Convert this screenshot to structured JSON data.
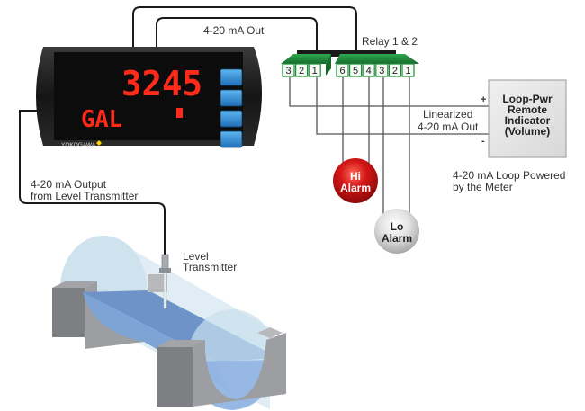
{
  "meter": {
    "display_value": "3245",
    "display_unit": "GAL",
    "brand": "YOKOGAWA",
    "brand_icon": "diamond-icon",
    "button_count": 4,
    "display_color": "#ff2a1a",
    "button_color": "#2f8fd8"
  },
  "labels": {
    "analog_out_top": "4-20 mA Out",
    "relay": "Relay 1 & 2",
    "linearized_line1": "Linearized",
    "linearized_line2": "4-20 mA Out",
    "plus": "+",
    "minus": "-",
    "loop_note_line1": "4-20 mA Loop Powered",
    "loop_note_line2": "by the Meter",
    "input_line1": "4-20 mA Output",
    "input_line2": "from Level Transmitter",
    "transmitter_line1": "Level",
    "transmitter_line2": "Transmitter"
  },
  "terminals": {
    "block_left": [
      "3",
      "2",
      "1"
    ],
    "block_right": [
      "6",
      "5",
      "4",
      "3",
      "2",
      "1"
    ],
    "color": "#1e8a3a"
  },
  "remote_indicator": {
    "line1": "Loop-Pwr",
    "line2": "Remote",
    "line3": "Indicator",
    "line4": "(Volume)"
  },
  "alarms": {
    "hi": {
      "line1": "Hi",
      "line2": "Alarm",
      "color": "#cc1111"
    },
    "lo": {
      "line1": "Lo",
      "line2": "Alarm",
      "color": "#d8d8d8"
    }
  }
}
